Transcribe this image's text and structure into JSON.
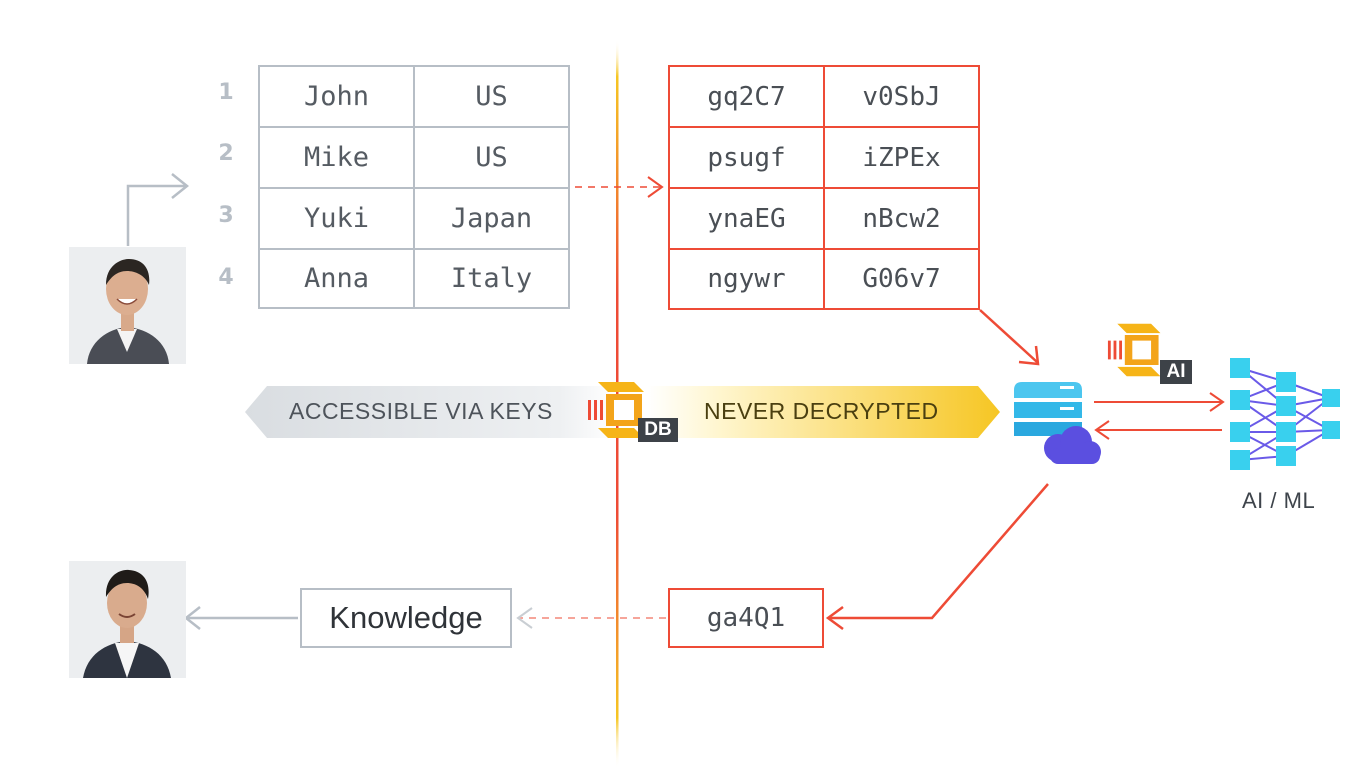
{
  "plain_table": {
    "row_numbers": [
      "1",
      "2",
      "3",
      "4"
    ],
    "rows": [
      [
        "John",
        "US"
      ],
      [
        "Mike",
        "US"
      ],
      [
        "Yuki",
        "Japan"
      ],
      [
        "Anna",
        "Italy"
      ]
    ]
  },
  "encrypted_table": {
    "rows": [
      [
        "gq2C7",
        "v0SbJ"
      ],
      [
        "psugf",
        "iZPEx"
      ],
      [
        "ynaEG",
        "nBcw2"
      ],
      [
        "ngywr",
        "G06v7"
      ]
    ]
  },
  "banners": {
    "left": "ACCESSIBLE VIA KEYS",
    "right": "NEVER DECRYPTED"
  },
  "tags": {
    "db": "DB",
    "ai": "AI"
  },
  "ai_ml_label": "AI / ML",
  "result": {
    "encrypted": "ga4Q1",
    "knowledge": "Knowledge"
  },
  "colors": {
    "accent_red": "#ee4b36",
    "divider_yellow": "#f6c623",
    "gray_line": "#b7bec6",
    "cloud_purple": "#5b4fe0",
    "db_blue": "#33b8e8",
    "nn_cyan": "#39d0ee",
    "nn_purple": "#6a5ae8"
  },
  "icons": [
    "db-crypto-icon",
    "ai-crypto-icon",
    "cloud-server-icon",
    "neural-network-icon",
    "person-photo"
  ]
}
